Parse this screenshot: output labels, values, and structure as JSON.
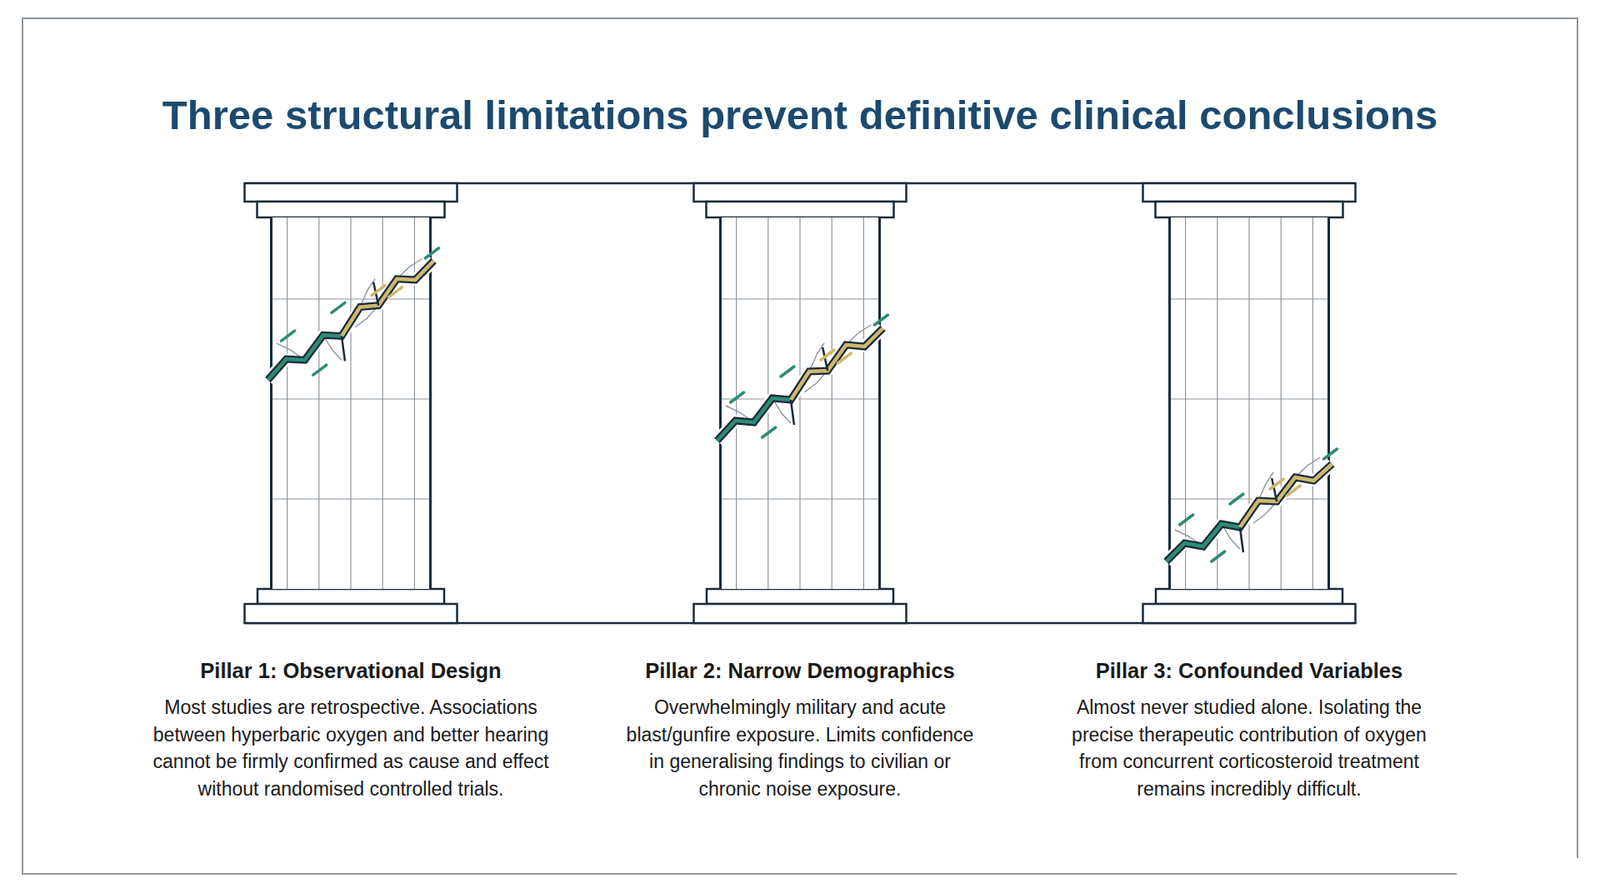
{
  "diagram": {
    "title": "Three structural limitations prevent definitive clinical conclusions",
    "nodes": [
      {
        "text": [
          "Pillar 1: Observational Design",
          "Most studies are retrospective. Associations between hyperbaric oxygen and better hearing cannot be firmly confirmed as cause and effect without randomised controlled trials."
        ]
      },
      {
        "text": [
          "Pillar 2: Narrow Demographics",
          "Overwhelmingly military and acute blast/gunfire exposure. Limits confidence in generalising findings to civilian or chronic noise exposure."
        ]
      },
      {
        "text": [
          "Pillar 3: Confounded Variables",
          "Almost never studied alone. Isolating the precise therapeutic contribution of oxygen from concurrent corticosteroid treatment remains incredibly difficult."
        ]
      }
    ]
  }
}
